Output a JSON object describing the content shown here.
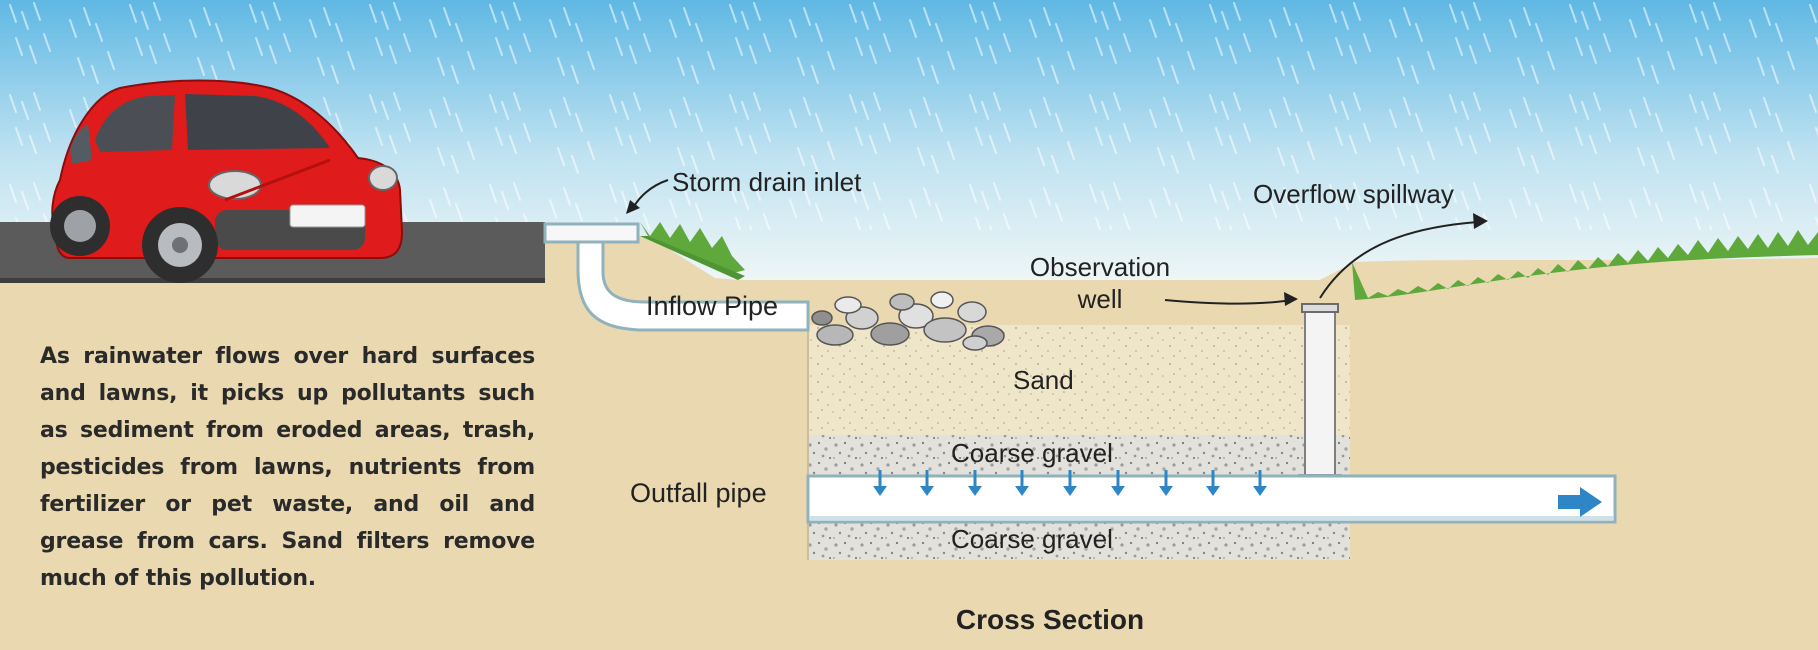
{
  "labels": {
    "storm_drain_inlet": "Storm drain inlet",
    "overflow_spillway": "Overflow spillway",
    "observation_well": "Observation\nwell",
    "inflow_pipe": "Inflow Pipe",
    "sand": "Sand",
    "coarse_gravel_top": "Coarse gravel",
    "coarse_gravel_bottom": "Coarse gravel",
    "outfall_pipe": "Outfall pipe"
  },
  "description": "As rainwater flows over hard surfaces and lawns, it picks up pollutants such as sediment from eroded areas, trash, pesticides from lawns, nutrients from fertilizer or pet waste, and oil and grease from cars. Sand filters remove much of this pollution.",
  "caption": "Cross Section",
  "colors": {
    "sky_top": "#5fb8e4",
    "sky_bottom": "#e8f3f6",
    "soil": "#ead9b0",
    "road": "#5b5b5b",
    "grass": "#5ea83c",
    "sand_fill": "#efe6c9",
    "gravel_fill": "#e2e0da",
    "pipe_fill": "#ffffff",
    "pipe_stroke": "#8fb2bd",
    "flow_arrow": "#2f86c6",
    "car_body": "#e01b1b"
  },
  "icons": [
    "car-icon",
    "rain-icon",
    "flow-arrow-icon",
    "river-stones-icon"
  ]
}
